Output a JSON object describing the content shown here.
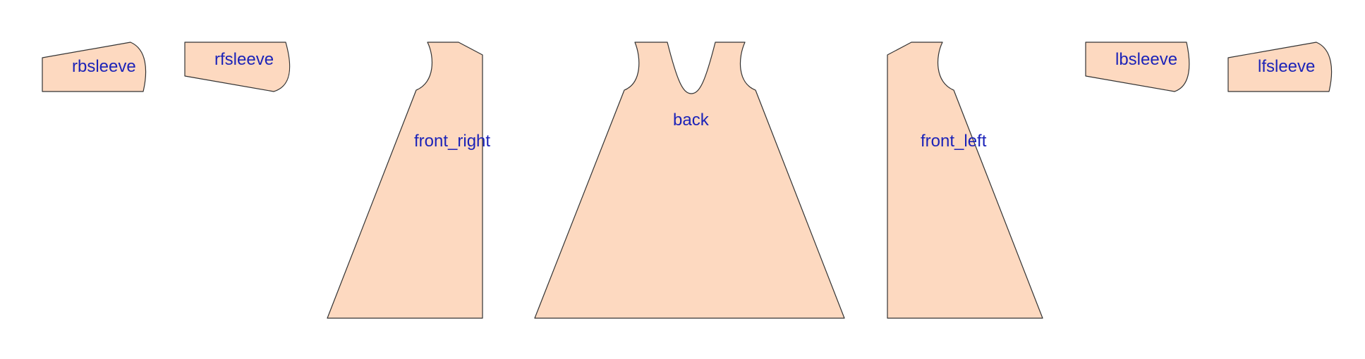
{
  "colors": {
    "piece_fill": "#fdd9c0",
    "piece_stroke": "#333333",
    "label": "#1c23b8"
  },
  "pieces": {
    "rbsleeve": "rbsleeve",
    "rfsleeve": "rfsleeve",
    "front_right": "front_right",
    "back": "back",
    "front_left": "front_left",
    "lbsleeve": "lbsleeve",
    "lfsleeve": "lfsleeve"
  }
}
